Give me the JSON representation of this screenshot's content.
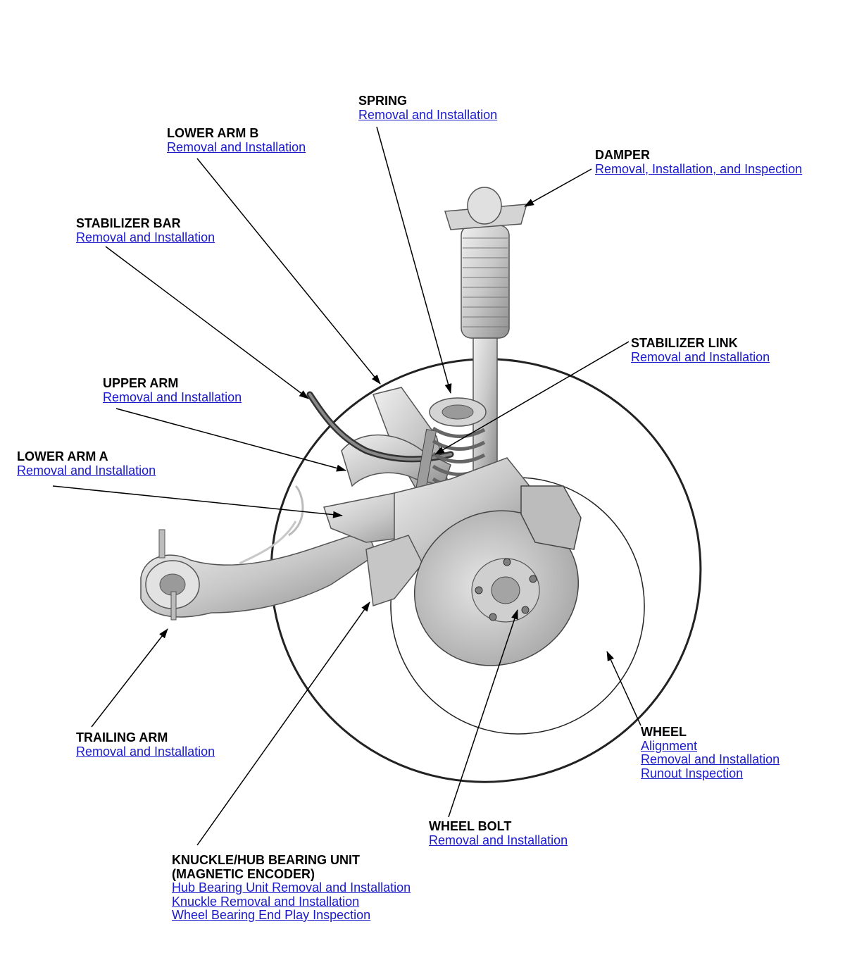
{
  "colors": {
    "link": "#1a1acc",
    "leader": "#000000",
    "part_fill": "#d6d6d6",
    "part_stroke": "#555555"
  },
  "callouts": {
    "spring": {
      "title": "SPRING",
      "links": [
        "Removal and Installation"
      ]
    },
    "lower_arm_b": {
      "title": "LOWER ARM B",
      "links": [
        "Removal and Installation"
      ]
    },
    "damper": {
      "title": "DAMPER",
      "links": [
        "Removal, Installation, and Inspection"
      ]
    },
    "stabilizer_bar": {
      "title": "STABILIZER BAR",
      "links": [
        "Removal and Installation"
      ]
    },
    "stabilizer_link": {
      "title": "STABILIZER LINK",
      "links": [
        "Removal and Installation"
      ]
    },
    "upper_arm": {
      "title": "UPPER ARM",
      "links": [
        "Removal and Installation"
      ]
    },
    "lower_arm_a": {
      "title": "LOWER ARM A",
      "links": [
        "Removal and Installation"
      ]
    },
    "trailing_arm": {
      "title": "TRAILING ARM",
      "links": [
        "Removal and Installation"
      ]
    },
    "wheel": {
      "title": "WHEEL",
      "links": [
        "Alignment",
        "Removal and Installation",
        "Runout Inspection"
      ]
    },
    "wheel_bolt": {
      "title": "WHEEL BOLT",
      "links": [
        "Removal and Installation"
      ]
    },
    "knuckle": {
      "title_lines": [
        "KNUCKLE/HUB BEARING UNIT",
        "(MAGNETIC ENCODER)"
      ],
      "links": [
        "Hub Bearing Unit Removal and Installation",
        "Knuckle Removal and Installation",
        "Wheel Bearing End Play Inspection"
      ]
    }
  }
}
